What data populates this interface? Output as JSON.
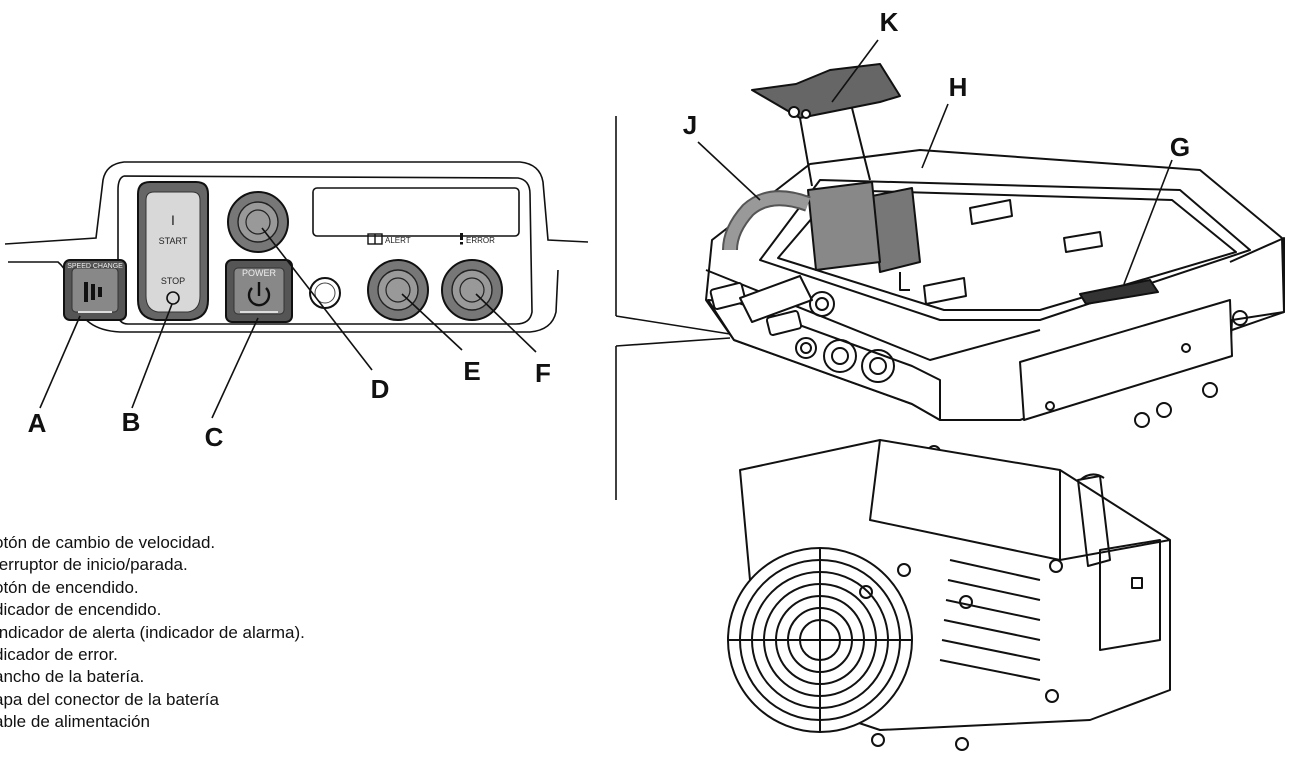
{
  "panel": {
    "speed_label": "SPEED CHANGE",
    "start_label": "START",
    "stop_label": "STOP",
    "power_label": "POWER",
    "alert_label": "ALERT",
    "error_label": "ERROR",
    "start_mark": "I"
  },
  "callouts": {
    "A": "A",
    "B": "B",
    "C": "C",
    "D": "D",
    "E": "E",
    "F": "F",
    "G": "G",
    "H": "H",
    "J": "J",
    "K": "K"
  },
  "legend": [
    "otón de cambio de velocidad.",
    "terruptor de inicio/parada.",
    "otón de encendido.",
    "dicador de encendido.",
    "Indicador de alerta (indicador de alarma).",
    "dicador de error.",
    "ancho de la batería.",
    "apa del conector de la batería",
    "able de alimentación"
  ]
}
